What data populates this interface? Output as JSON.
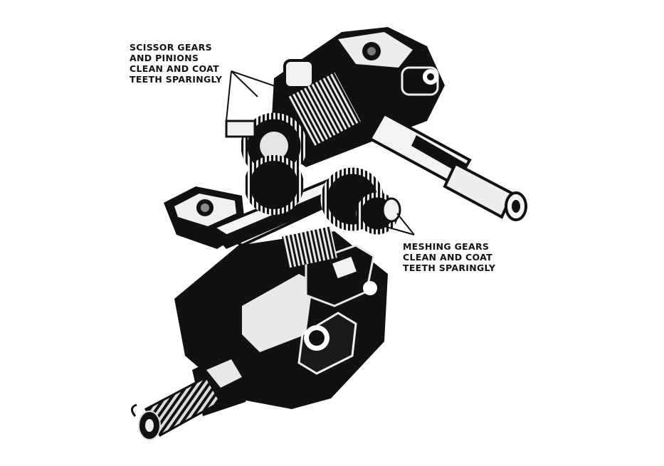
{
  "callouts": {
    "scissor": {
      "lines": [
        "SCISSOR GEARS",
        "AND PINIONS",
        "CLEAN AND COAT",
        "TEETH SPARINGLY"
      ]
    },
    "meshing": {
      "lines": [
        "MESHING GEARS",
        "CLEAN AND COAT",
        "TEETH SPARINGLY"
      ]
    }
  },
  "colors": {
    "ink": "#111111",
    "highlight": "#f4f4f4",
    "midtone": "#8a8a8a",
    "background": "#ffffff"
  }
}
